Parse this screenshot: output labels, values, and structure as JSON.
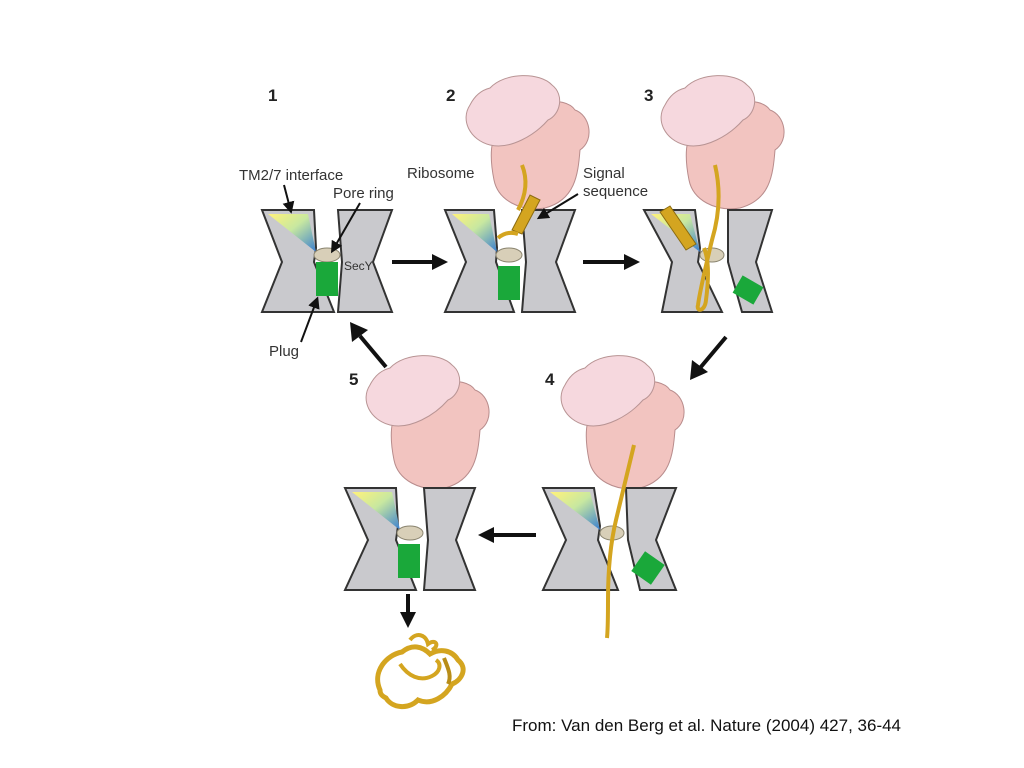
{
  "steps": [
    "1",
    "2",
    "3",
    "4",
    "5"
  ],
  "labels": {
    "tm_interface": "TM2/7 interface",
    "pore_ring": "Pore ring",
    "secy": "SecY",
    "plug": "Plug",
    "ribosome": "Ribosome",
    "signal_line1": "Signal",
    "signal_line2": "sequence"
  },
  "citation": "From: Van den Berg et al. Nature (2004) 427, 36-44",
  "colors": {
    "channel": "#c9c9cd",
    "plug": "#1aa83a",
    "ribosome_light": "#f6d8de",
    "ribosome_dark": "#f2c4c0",
    "peptide": "#d4a520",
    "pore_ring": "#d8cfb8"
  }
}
